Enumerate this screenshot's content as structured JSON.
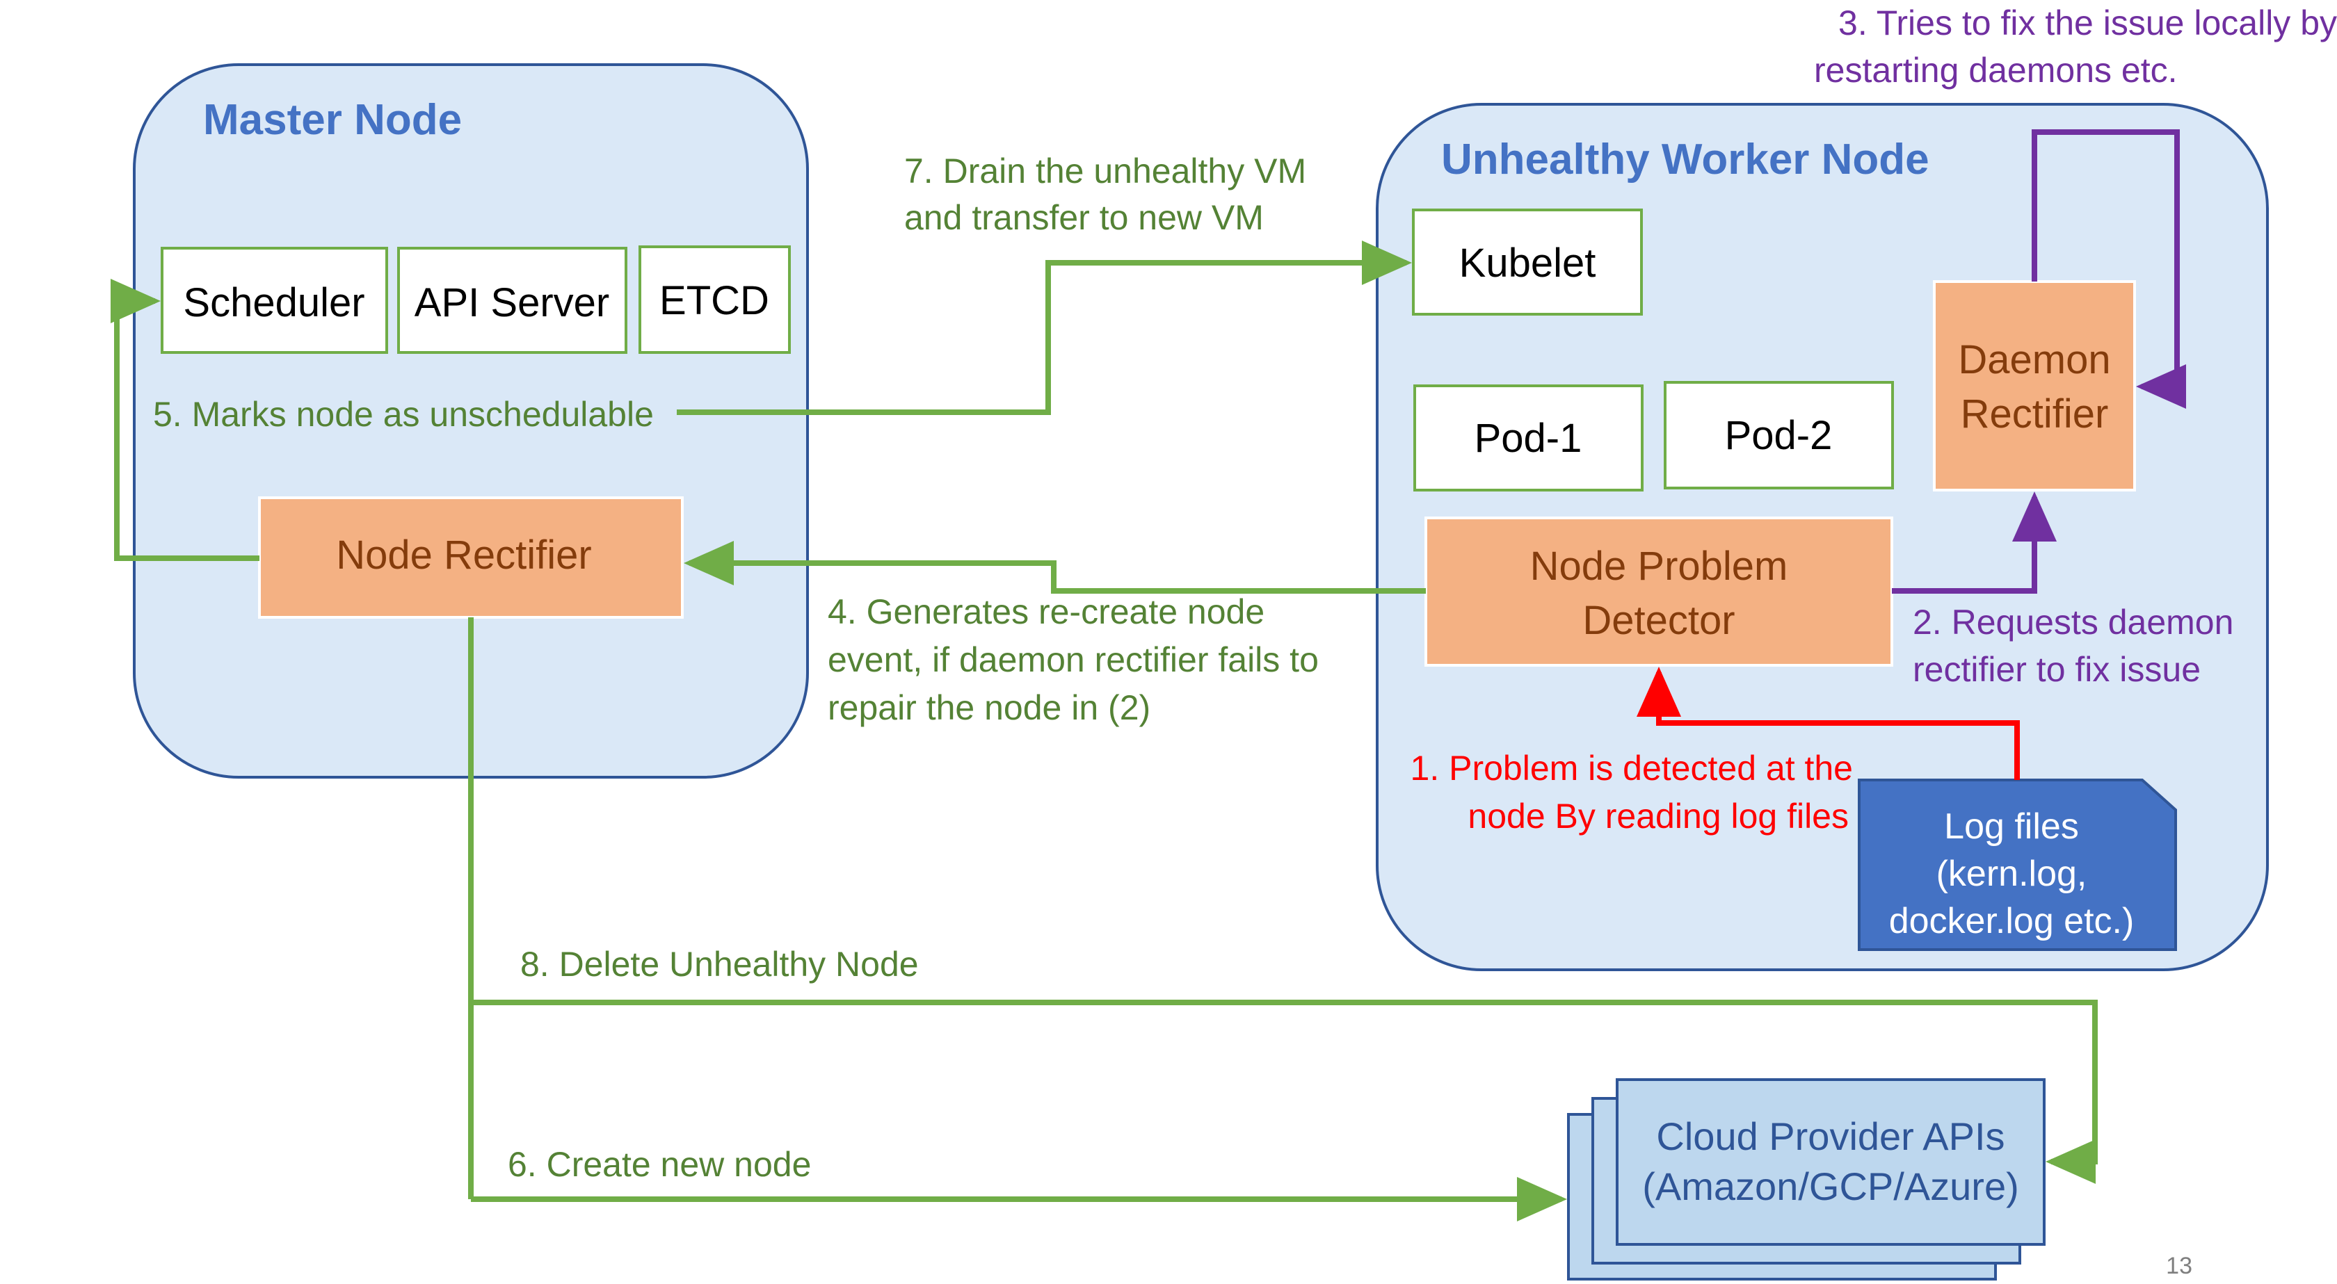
{
  "master": {
    "title": "Master Node",
    "scheduler": "Scheduler",
    "api_server": "API Server",
    "etcd": "ETCD",
    "node_rectifier": "Node Rectifier"
  },
  "worker": {
    "title": "Unhealthy Worker Node",
    "kubelet": "Kubelet",
    "pod1": "Pod-1",
    "pod2": "Pod-2",
    "daemon_rectifier": [
      "Daemon",
      "Rectifier"
    ],
    "node_problem_detector": [
      "Node Problem",
      "Detector"
    ],
    "log_files": [
      "Log files",
      "(kern.log,",
      "docker.log etc.)"
    ]
  },
  "cloud": {
    "label": [
      "Cloud Provider APIs",
      "(Amazon/GCP/Azure)"
    ]
  },
  "steps": {
    "step1": [
      "1. Problem is detected at the",
      "node By reading log files"
    ],
    "step2": [
      "2. Requests daemon",
      "rectifier to fix issue"
    ],
    "step3": [
      "3. Tries to fix the issue locally by",
      "restarting daemons etc."
    ],
    "step4": [
      "4. Generates re-create node",
      "event, if daemon rectifier fails to",
      "repair the node in (2)"
    ],
    "step5": "5. Marks node as unschedulable",
    "step6": "6. Create new node",
    "step7": [
      "7. Drain the unhealthy VM",
      "and transfer to new VM"
    ],
    "step8": "8. Delete Unhealthy Node"
  },
  "page_number": "13",
  "colors": {
    "node_fill": "#dae8f7",
    "node_border": "#2f5597",
    "component_border": "#70ad47",
    "orange_fill": "#f4b183",
    "green_arrow": "#70ad47",
    "purple_arrow": "#7030a0",
    "red_arrow": "#ff0000",
    "log_fill": "#4472c4",
    "cloud_fill": "#bdd7ee"
  }
}
